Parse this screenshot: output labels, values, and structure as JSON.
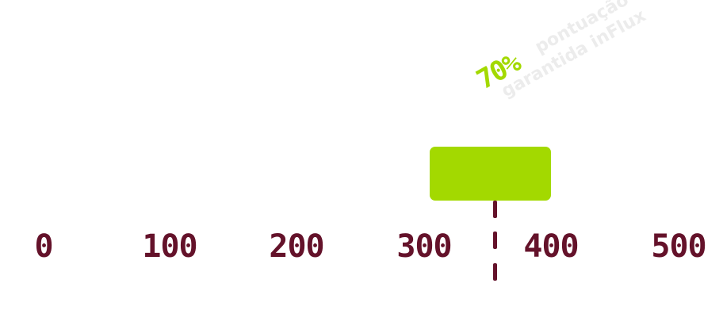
{
  "colors": {
    "accent": "#a3d900",
    "axis": "#64122a",
    "caption": "#ececec"
  },
  "scale": {
    "ticks": [
      "0",
      "100",
      "200",
      "300",
      "400",
      "500"
    ],
    "marker_value": 350
  },
  "callout": {
    "percent": "70%",
    "line1": "pontuação",
    "line2": "garantida inFlux"
  }
}
